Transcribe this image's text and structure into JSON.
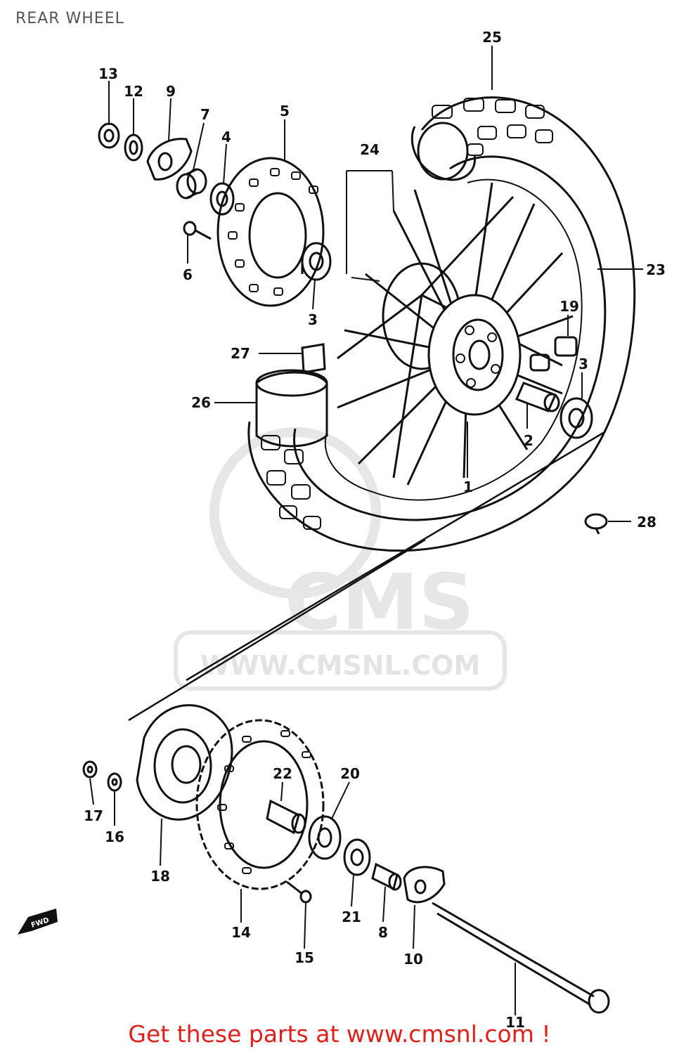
{
  "header": {
    "title": "REAR WHEEL"
  },
  "watermark": {
    "logo_text": "CMS",
    "url_text": "WWW.CMSNL.COM"
  },
  "footer": {
    "link_text": "Get these parts at www.cmsnl.com !"
  },
  "fwd_marker": "FWD",
  "colors": {
    "footer": "#e1201b",
    "ink": "#111111",
    "watermark": "#e6e6e6",
    "title": "#555555"
  },
  "labels": {
    "l13": "13",
    "l12": "12",
    "l9": "9",
    "l7": "7",
    "l4": "4",
    "l5": "5",
    "l25": "25",
    "l24": "24",
    "l23": "23",
    "l6": "6",
    "l3a": "3",
    "l19": "19",
    "l3b": "3",
    "l27": "27",
    "l26": "26",
    "l2": "2",
    "l1": "1",
    "l28": "28",
    "l22": "22",
    "l20": "20",
    "l17": "17",
    "l16": "16",
    "l18": "18",
    "l21": "21",
    "l8": "8",
    "l10": "10",
    "l14": "14",
    "l15": "15",
    "l11": "11"
  }
}
